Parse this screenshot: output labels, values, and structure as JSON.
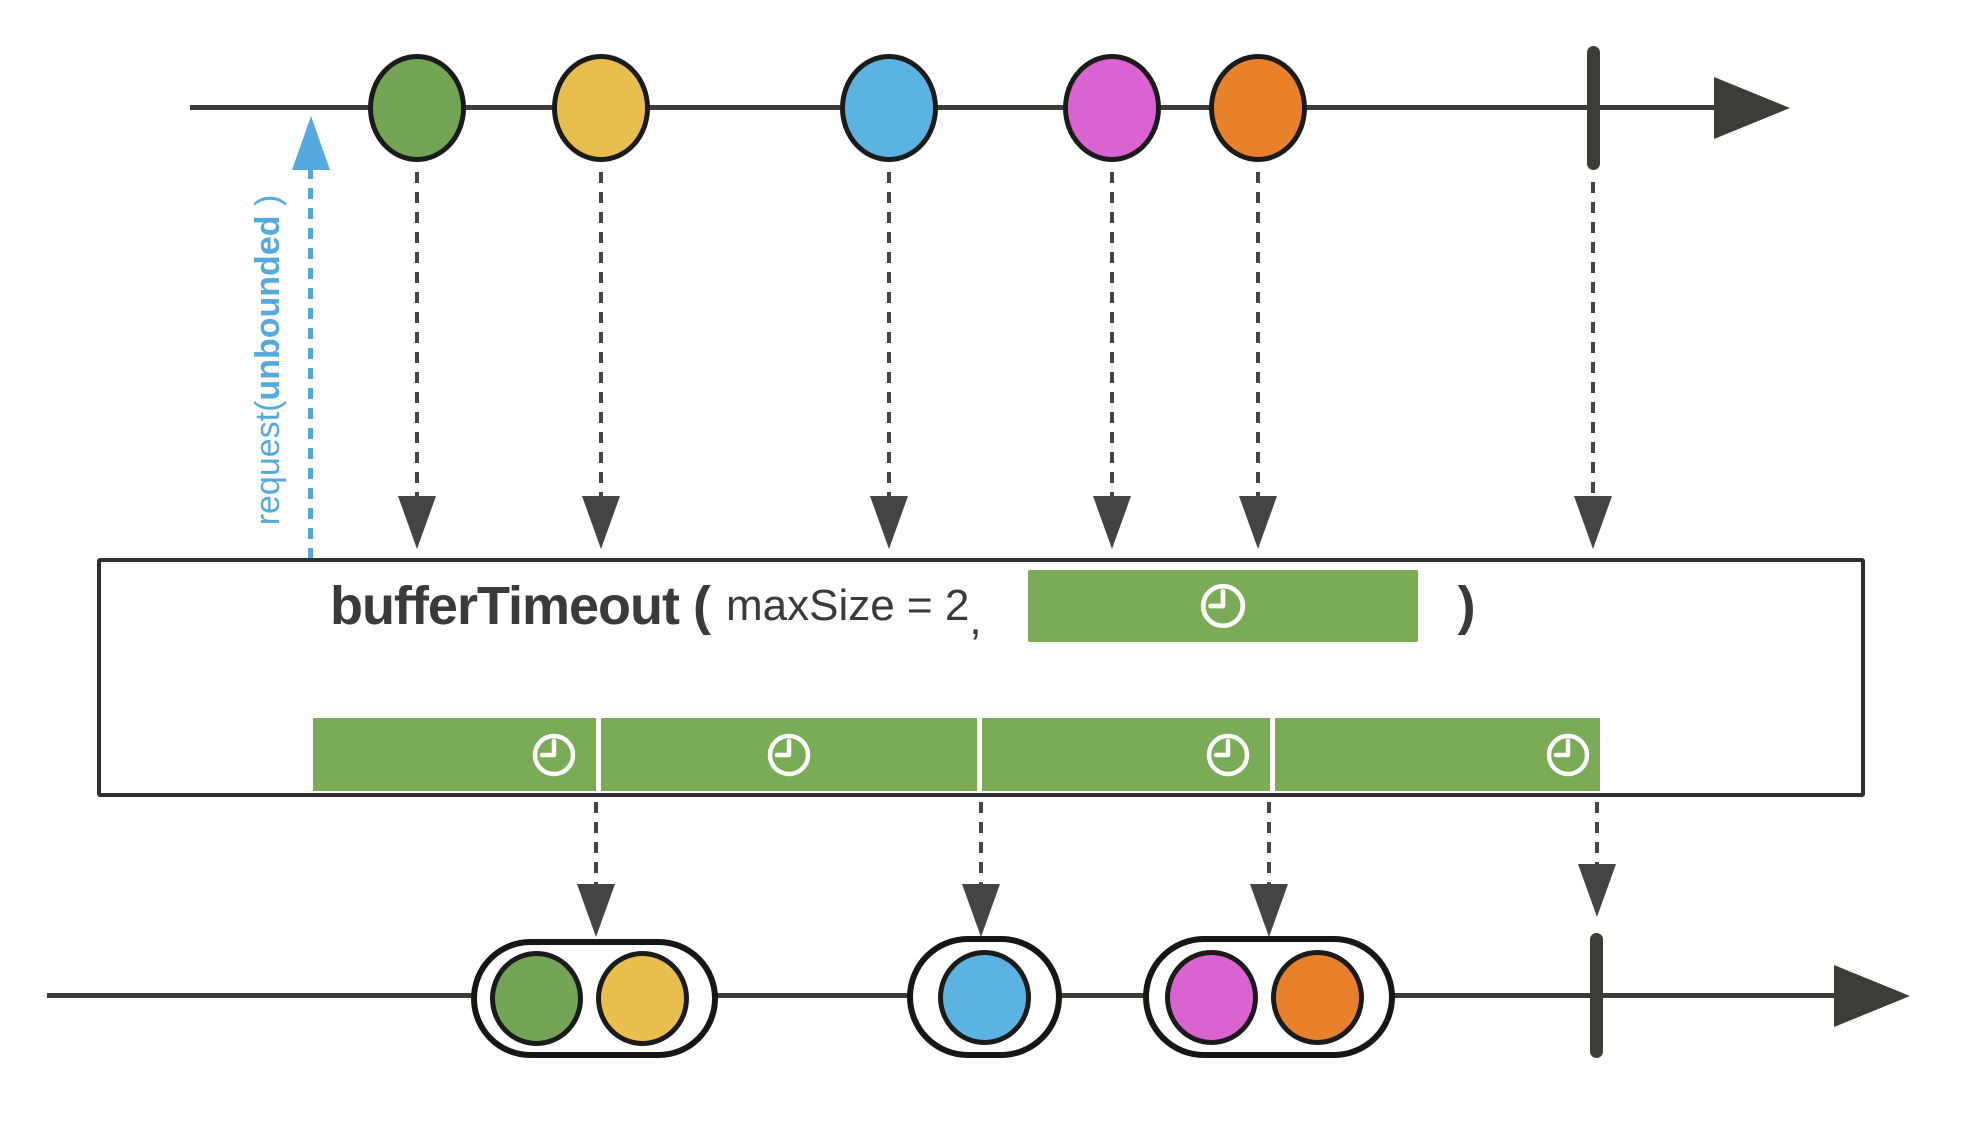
{
  "diagram_type": "reactive-streams-marble-diagram",
  "operator": {
    "name_open": "bufferTimeout (",
    "param_max_size": "maxSize = 2",
    "comma": ",",
    "close_paren": ")",
    "second_param_icon": "timespan-clock"
  },
  "request_arrow": {
    "prefix": "request(",
    "bold": "unbounded",
    "suffix": " )"
  },
  "input_stream": {
    "marbles": [
      "green",
      "yellow",
      "blue",
      "magenta",
      "orange"
    ],
    "completed": true
  },
  "buffer_windows": [
    {
      "closes_with": "maxSize reached",
      "contains": [
        "green",
        "yellow"
      ],
      "clock_icon": true
    },
    {
      "closes_with": "timeout",
      "contains": [
        "blue"
      ],
      "clock_icon": true
    },
    {
      "closes_with": "maxSize reached",
      "contains": [
        "magenta",
        "orange"
      ],
      "clock_icon": true
    },
    {
      "closes_with": "completion",
      "contains": [],
      "clock_icon": true
    }
  ],
  "output_stream": {
    "groups": [
      [
        "green",
        "yellow"
      ],
      [
        "blue"
      ],
      [
        "magenta",
        "orange"
      ]
    ],
    "completed": true
  },
  "colors": {
    "green": "#74a455",
    "yellow": "#e8bf4e",
    "blue": "#5bb3e1",
    "magenta": "#d963d1",
    "orange": "#e8802c",
    "buffer_green": "#7cab57",
    "line_dark": "#3d3c39",
    "request_blue": "#55a9dd",
    "text_dark": "#3b3a38"
  }
}
